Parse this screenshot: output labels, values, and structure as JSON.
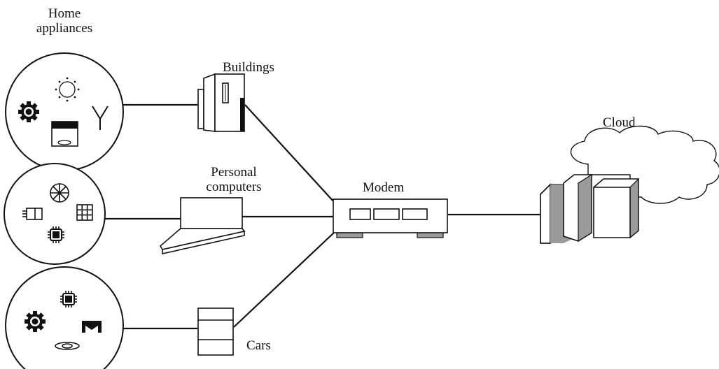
{
  "labels": {
    "home_appliances_line1": "Home",
    "home_appliances_line2": "appliances",
    "buildings": "Buildings",
    "personal_computers_line1": "Personal",
    "personal_computers_line2": "computers",
    "modem": "Modem",
    "cloud": "Cloud",
    "cars": "Cars"
  },
  "colors": {
    "stroke": "#111111",
    "device_gray": "#9a9a9a",
    "panel_fill": "#ffffff"
  },
  "icons": [
    "sun-icon",
    "gear-icon",
    "antenna-icon",
    "display-icon",
    "fan-icon",
    "socket-icon",
    "grid-icon",
    "chip-icon",
    "chip-icon",
    "gear-icon",
    "dish-icon",
    "ring-icon",
    "building-icon",
    "laptop-icon",
    "modem-icon",
    "car-icon",
    "cloud-icon",
    "server-icon"
  ]
}
